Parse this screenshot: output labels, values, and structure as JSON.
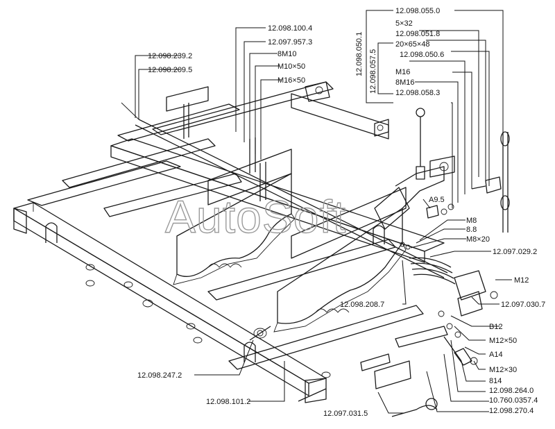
{
  "watermark": "AutoSoft",
  "labels": {
    "l01": "12.098.055.0",
    "l02": "5×32",
    "l03": "12.098.051.8",
    "l04": "20×65×48",
    "l05": "12.098.050.6",
    "l06": "M16",
    "l07": "8M16",
    "l08": "12.098.058.3",
    "l09": "12.098.100.4",
    "l10": "12.097.957.3",
    "l11": "8M10",
    "l12": "M10×50",
    "l13": "M16×50",
    "l14": "12.098.239.2",
    "l15": "12.098.209.5",
    "l16": "A9.5",
    "l17": "M8",
    "l18": "8.8",
    "l19": "M8×20",
    "l20": "12.097.029.2",
    "l21": "M12",
    "l22": "12.097.030.7",
    "l23": "B12",
    "l24": "12.098.208.7",
    "l25": "M12×50",
    "l26": "A14",
    "l27": "M12×30",
    "l28": "814",
    "l29": "12.098.264.0",
    "l30": "10.760.0357.4",
    "l31": "12.098.270.4",
    "l32": "12.098.247.2",
    "l33": "12.098.101.2",
    "l34": "12.097.031.5"
  },
  "vertical_labels": {
    "v1": "12.098.050.1",
    "v2": "12.098.057.5"
  }
}
